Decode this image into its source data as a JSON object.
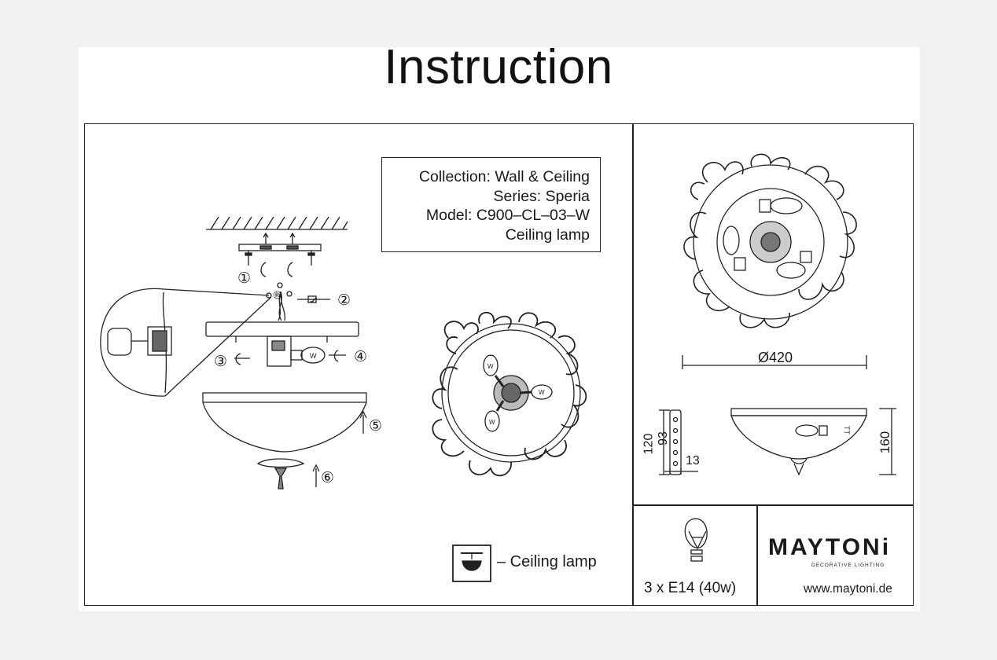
{
  "document": {
    "title": "Instruction"
  },
  "product_info": {
    "collection": "Collection: Wall & Ceiling",
    "series": "Series: Speria",
    "model": "Model: C900–CL–03–W",
    "type": "Ceiling lamp"
  },
  "assembly_steps": [
    "①",
    "②",
    "③",
    "④",
    "⑤",
    "⑥"
  ],
  "legend": {
    "label": "– Ceiling lamp"
  },
  "dimensions": {
    "diameter": "Ø420",
    "bracket_height": "120",
    "bracket_inner": "93",
    "bracket_width": "13",
    "total_height": "160"
  },
  "bulb": {
    "spec": "3 x E14 (40w)"
  },
  "brand": {
    "name": "MAYTONi",
    "tagline": "DECORATIVE LIGHTING",
    "website": "www.maytoni.de"
  }
}
